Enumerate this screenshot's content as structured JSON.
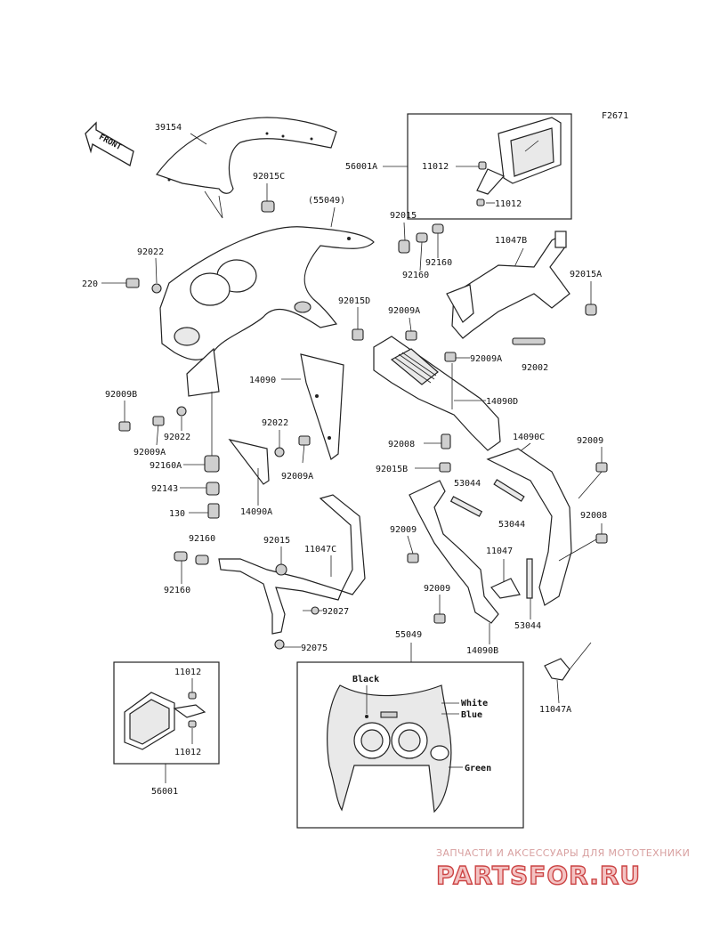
{
  "diagram_code": "F2671",
  "front_label": "FRONT",
  "labels": {
    "p39154": "39154",
    "p92015C": "92015C",
    "p55049_paren": "(55049)",
    "p56001A": "56001A",
    "p11012_a": "11012",
    "p11012_b": "11012",
    "p92015": "92015",
    "p92160_a": "92160",
    "p92160_b": "92160",
    "p11047B": "11047B",
    "p92015A": "92015A",
    "p92022_a": "92022",
    "p220": "220",
    "p92015D": "92015D",
    "p92009A_a": "92009A",
    "p92009A_b": "92009A",
    "p92002": "92002",
    "p14090": "14090",
    "p14090D": "14090D",
    "p92009B": "92009B",
    "p92009A_c": "92009A",
    "p92022_b": "92022",
    "p92022_c": "92022",
    "p92009A_d": "92009A",
    "p92160A": "92160A",
    "p92143": "92143",
    "p130": "130",
    "p14090A": "14090A",
    "p92008_a": "92008",
    "p92015B": "92015B",
    "p14090C": "14090C",
    "p92009_a": "92009",
    "p53044_a": "53044",
    "p53044_b": "53044",
    "p92008_b": "92008",
    "p92160_c": "92160",
    "p92015_b": "92015",
    "p11047C": "11047C",
    "p92009_b": "92009",
    "p11047": "11047",
    "p92160_d": "92160",
    "p92027": "92027",
    "p92009_c": "92009",
    "p53044_c": "53044",
    "p14090B": "14090B",
    "p92075": "92075",
    "p55049": "55049",
    "p11012_c": "11012",
    "p11012_d": "11012",
    "p56001": "56001",
    "p11047A": "11047A",
    "color_black": "Black",
    "color_white": "White",
    "color_blue": "Blue",
    "color_green": "Green"
  },
  "watermark": {
    "line1": "ЗАПЧАСТИ И АКСЕССУАРЫ ДЛЯ МОТОТЕХНИКИ",
    "line2": "PARTSFOR.RU"
  }
}
